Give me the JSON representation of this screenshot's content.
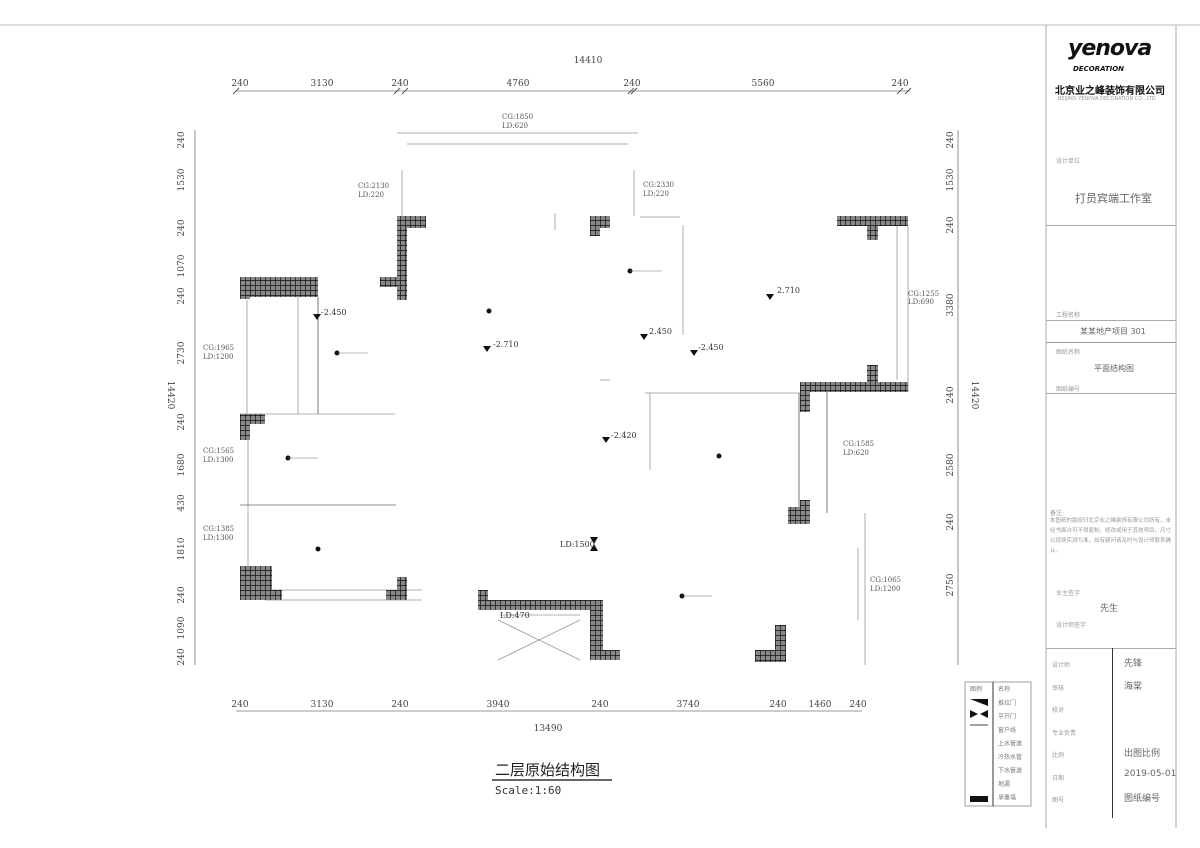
{
  "drawing": {
    "title": "二层原始结构图",
    "scale": "Scale:1:60",
    "top_dims": {
      "total": "14410",
      "segments": [
        "240",
        "3130",
        "240",
        "4760",
        "240",
        "5560",
        "240"
      ]
    },
    "bottom_dims": {
      "total": "13490",
      "segments": [
        "240",
        "3130",
        "240",
        "3940",
        "240",
        "3740",
        "240",
        "1460",
        "240"
      ]
    },
    "left_dims": {
      "total": "14420",
      "segments": [
        "240",
        "1530",
        "240",
        "1070",
        "240",
        "2730",
        "240",
        "1680",
        "430",
        "1810",
        "240",
        "1090",
        "240"
      ]
    },
    "right_dims": {
      "total": "14420",
      "segments": [
        "240",
        "1530",
        "240",
        "3380",
        "240",
        "2580",
        "240",
        "2750"
      ]
    },
    "openings": [
      {
        "cg": "CG:1850",
        "ld": "LD:620"
      },
      {
        "cg": "CG:2130",
        "ld": "LD:220"
      },
      {
        "cg": "CG:2330",
        "ld": "LD:220"
      },
      {
        "cg": "CG:1255",
        "ld": "LD:690"
      },
      {
        "cg": "CG:1965",
        "ld": "LD:1200"
      },
      {
        "cg": "CG:1565",
        "ld": "LD:1300"
      },
      {
        "cg": "CG:1385",
        "ld": "LD:1300"
      },
      {
        "cg": "CG:1585",
        "ld": "LD:620"
      },
      {
        "cg": "CG:1065",
        "ld": "LD:1200"
      }
    ],
    "elevations": [
      "-2.450",
      "-2.710",
      "2.450",
      "-2.450",
      "2.710",
      "-2.420"
    ],
    "beam_labels": [
      "LD:1500",
      "LD:470"
    ]
  },
  "title_block": {
    "logo": "yenova",
    "logo_sub": "DECORATION",
    "company": "北京业之峰装饰有限公司",
    "company_en": "BEIJING YENOVA DECORATION CO., LTD",
    "design_label": "设计单位",
    "studio": "打员宾端工作室",
    "project_label": "工程名称",
    "project": "某某地产项目 301",
    "drawing_label": "图纸名称",
    "drawing_name": "平面结构图",
    "drawing_no_label": "图纸编号",
    "notes_label": "备注:",
    "notes": "本图纸的版权归北京业之峰装饰有限公司所有，未经书面许可不得复制、修改或用于其他项目，尺寸以现场实测为准，如有疑问请及时与设计师联系确认。",
    "owner_label": "业主签字",
    "owner": "先生",
    "designer_label": "设计师签字",
    "rows": [
      {
        "label": "设计师",
        "value": "先锋"
      },
      {
        "label": "审核",
        "value": "海棠"
      },
      {
        "label": "校对",
        "value": ""
      },
      {
        "label": "专业负责",
        "value": ""
      },
      {
        "label": "比例",
        "value": "出图比例"
      },
      {
        "label": "日期",
        "value": "2019-05-01"
      },
      {
        "label": "图号",
        "value": "图纸编号"
      }
    ]
  },
  "legend": {
    "header": [
      "图例",
      "名称"
    ],
    "items": [
      "推拉门",
      "平开门",
      "窗户线",
      "上水管道",
      "冷热水管",
      "下水管道",
      "地漏",
      "承重墙"
    ]
  },
  "colors": {
    "wall": "#333333",
    "line": "#888888",
    "text": "#555555"
  }
}
